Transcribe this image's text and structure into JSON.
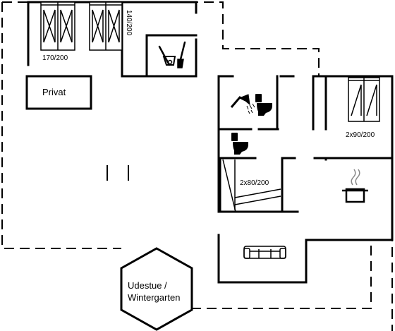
{
  "plan": {
    "bed1_label": "170/200",
    "bed2_label": "140/200",
    "private_label": "Privat",
    "bed3_label": "2x90/200",
    "bed4_label": "2x80/200",
    "conservatory_line1": "Udestue /",
    "conservatory_line2": "Wintergarten",
    "icons": [
      "bed-icon",
      "utility-icon",
      "shower-icon",
      "toilet-icon",
      "pot-icon",
      "sofa-icon"
    ]
  }
}
